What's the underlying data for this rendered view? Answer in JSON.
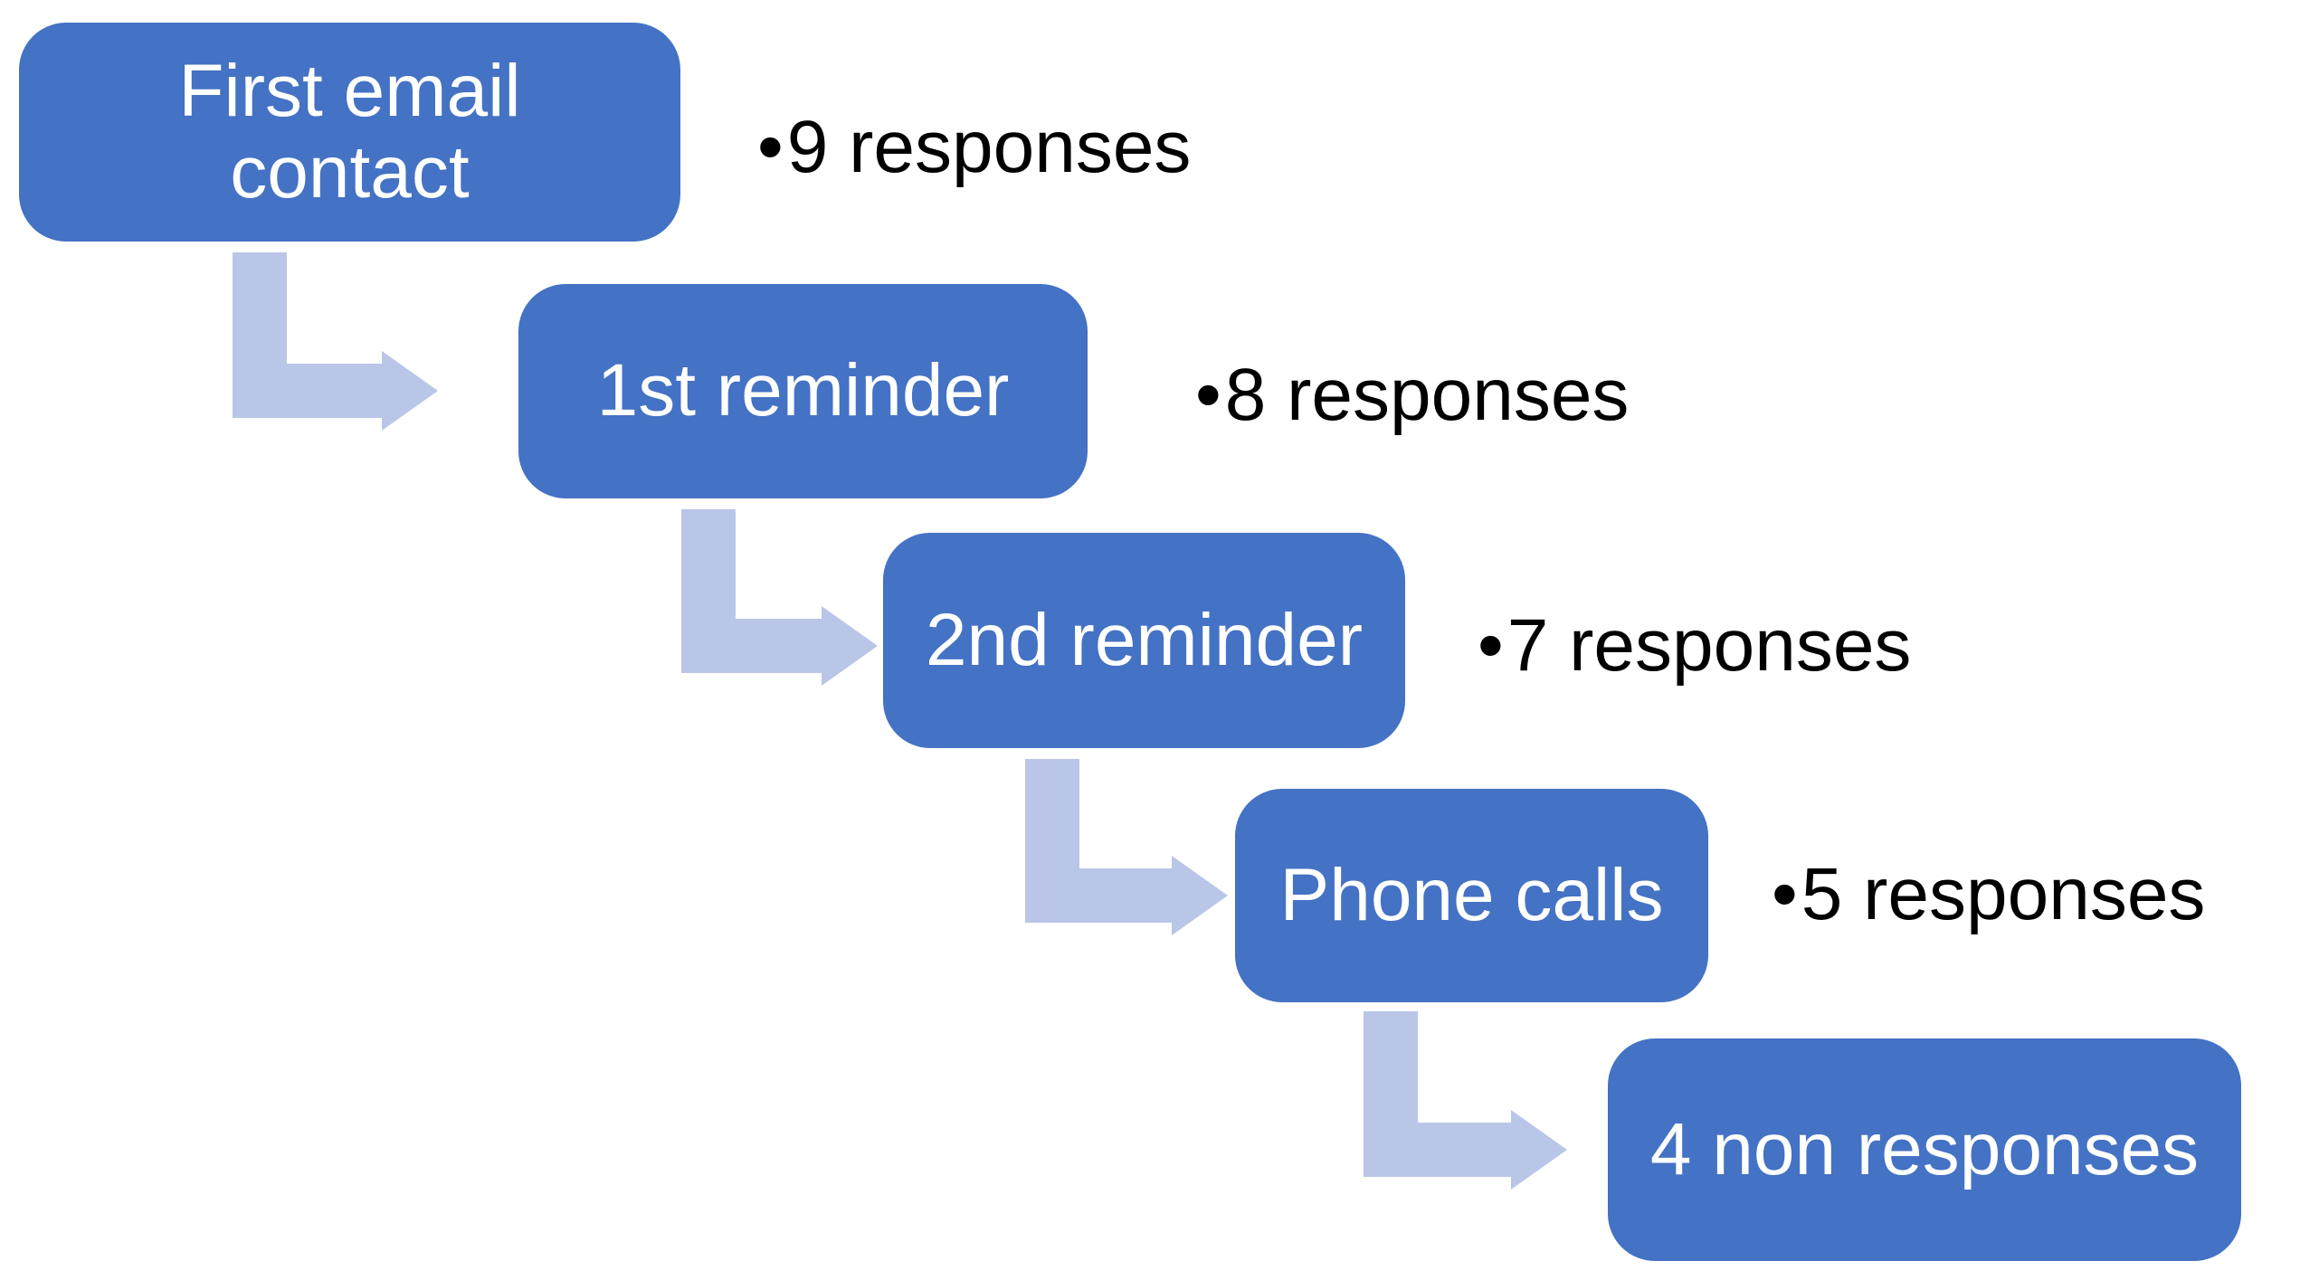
{
  "colors": {
    "background": "#ffffff",
    "box_fill": "#4472c4",
    "box_text": "#ffffff",
    "arrow_fill": "#b9c6e8",
    "annotation_text": "#000000"
  },
  "diagram": {
    "type": "stepped-process-flow",
    "bullet_char": "•",
    "steps": [
      {
        "label": "First email contact",
        "annotation": "9 responses"
      },
      {
        "label": "1st reminder",
        "annotation": "8 responses"
      },
      {
        "label": "2nd reminder",
        "annotation": "7 responses"
      },
      {
        "label": "Phone calls",
        "annotation": "5 responses"
      },
      {
        "label": "4 non responses",
        "annotation": ""
      }
    ]
  }
}
